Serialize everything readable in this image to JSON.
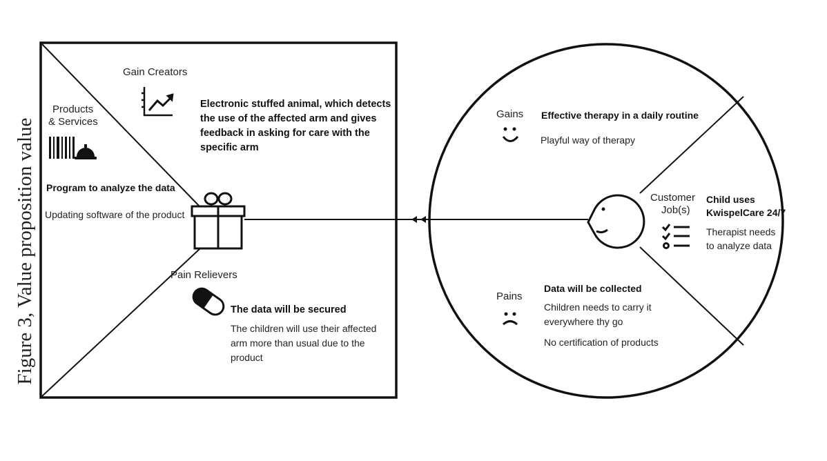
{
  "caption": "Figure 3, Value proposition value",
  "value_map": {
    "gain_creators": {
      "title": "Gain Creators",
      "text": "Electronic stuffed animal, which detects the use of the affected arm and gives feedback in asking for care with the specific arm",
      "icon": "chart-trend-icon"
    },
    "products_services": {
      "title_line1": "Products",
      "title_line2": "& Services",
      "heading": "Program to analyze the data",
      "text": "Updating software of the product",
      "icon": "barcode-bell-icon"
    },
    "pain_relievers": {
      "title": "Pain Relievers",
      "heading": "The data will be secured",
      "text": "The children will use their affected arm more than usual due to the product",
      "icon": "pill-icon"
    },
    "center_icon": "gift-icon"
  },
  "customer_profile": {
    "gains": {
      "title": "Gains",
      "heading": "Effective therapy in a daily routine",
      "text": "Playful way of therapy",
      "icon": "smile-icon"
    },
    "customer_jobs": {
      "title_line1": "Customer",
      "title_line2": "Job(s)",
      "heading_line1": "Child uses",
      "heading_line2": "KwispelCare 24/7",
      "text_line1": "Therapist needs",
      "text_line2": "to analyze data",
      "icon": "checklist-icon"
    },
    "pains": {
      "title": "Pains",
      "heading": "Data will be collected",
      "text_line1": "Children needs to carry it",
      "text_line2": "everywhere thy go",
      "text_extra": "No certification of products",
      "icon": "frown-icon"
    },
    "center_icon": "customer-face-icon"
  }
}
